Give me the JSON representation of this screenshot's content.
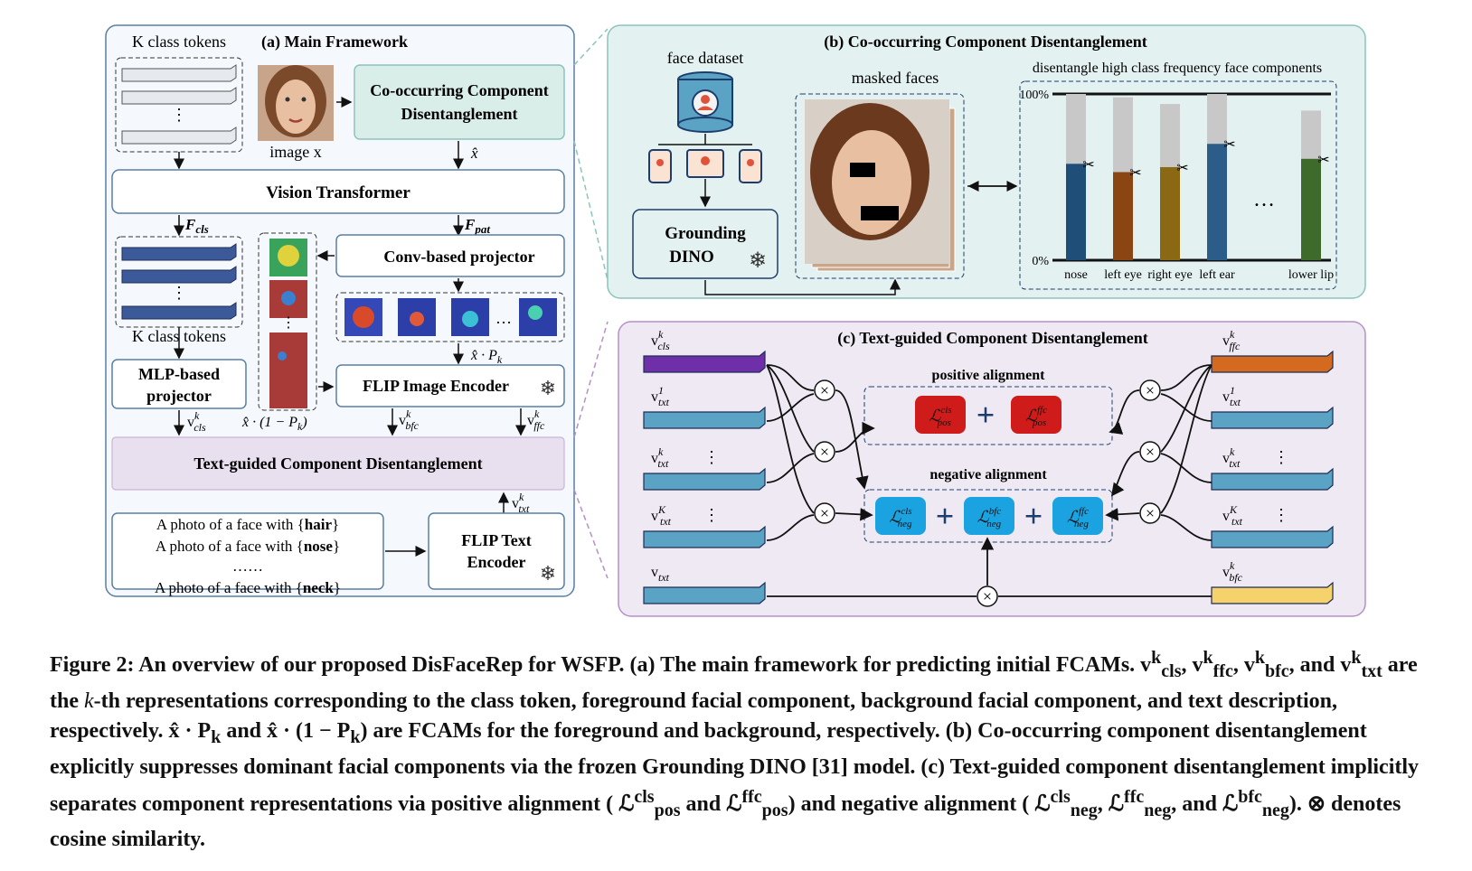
{
  "panel_a": {
    "title": "(a) Main Framework",
    "class_tokens_top": "K class tokens",
    "class_tokens_bottom": "K class tokens",
    "image_label": "image x",
    "cocd_box": "Co-occurring Component Disentanglement",
    "x_hat": "x̂",
    "vit": "Vision Transformer",
    "f_cls": "F",
    "f_cls_sub": "cls",
    "f_pat": "F",
    "f_pat_sub": "pat",
    "conv_projector": "Conv-based projector",
    "xhat_pk": "x̂ · P",
    "xhat_pk_sub": "k",
    "mlp_projector": "MLP-based projector",
    "flip_image": "FLIP Image  Encoder",
    "v_cls": "v",
    "v_cls_sub": "cls",
    "v_cls_sup": "k",
    "xhat_one_minus": "x̂ · (1 − P",
    "xhat_one_minus_sub": "k",
    "v_bfc": "v",
    "v_bfc_sub": "bfc",
    "v_bfc_sup": "k",
    "v_ffc": "v",
    "v_ffc_sub": "ffc",
    "v_ffc_sup": "k",
    "tgcd": "Text-guided Component Disentanglement",
    "v_txt": "v",
    "v_txt_sub": "txt",
    "v_txt_sup": "k",
    "prompts": [
      {
        "prefix": "A photo of a face with {",
        "word": "hair",
        "suffix": "}"
      },
      {
        "prefix": "A photo of a face with {",
        "word": "nose",
        "suffix": "}"
      },
      {
        "prefix": "……",
        "word": "",
        "suffix": ""
      },
      {
        "prefix": "A photo of a face with {",
        "word": "neck",
        "suffix": "}"
      }
    ],
    "flip_text": "FLIP Text Encoder",
    "ellipsis": "⋮",
    "heat_ellipsis": "…"
  },
  "panel_b": {
    "title": "(b) Co-occurring Component Disentanglement",
    "face_dataset": "face dataset",
    "grounding": "Grounding DINO",
    "masked_faces": "masked faces",
    "chart_title": "disentangle high class frequency face components",
    "ellipsis": "…"
  },
  "panel_c": {
    "title": "(c) Text-guided Component Disentanglement",
    "positive": "positive alignment",
    "negative": "negative alignment",
    "left_labels": [
      {
        "base": "v",
        "sub": "cls",
        "sup": "k"
      },
      {
        "base": "v",
        "sub": "txt",
        "sup": "1"
      },
      {
        "base": "v",
        "sub": "txt",
        "sup": "k"
      },
      {
        "base": "v",
        "sub": "txt",
        "sup": "K"
      },
      {
        "base": "v",
        "sub": "txt",
        "sup": ""
      }
    ],
    "right_labels": [
      {
        "base": "v",
        "sub": "ffc",
        "sup": "k"
      },
      {
        "base": "v",
        "sub": "txt",
        "sup": "1"
      },
      {
        "base": "v",
        "sub": "txt",
        "sup": "k"
      },
      {
        "base": "v",
        "sub": "txt",
        "sup": "K"
      },
      {
        "base": "v",
        "sub": "bfc",
        "sup": "k"
      }
    ],
    "loss_pos_cls": {
      "base": "ℒ",
      "sub": "pos",
      "sup": "cls"
    },
    "loss_pos_ffc": {
      "base": "ℒ",
      "sub": "pos",
      "sup": "ffc"
    },
    "loss_neg_cls": {
      "base": "ℒ",
      "sub": "neg",
      "sup": "cls"
    },
    "loss_neg_bfc": {
      "base": "ℒ",
      "sub": "neg",
      "sup": "bfc"
    },
    "loss_neg_ffc": {
      "base": "ℒ",
      "sub": "neg",
      "sup": "ffc"
    },
    "plus": "+",
    "otimes": "⊗",
    "dots": "⋮"
  },
  "colors": {
    "panel_a_border": "#5a7fa3",
    "panel_b_bg": "#e3f1f0",
    "panel_b_border": "#8cc3bd",
    "panel_c_bg": "#efe9f3",
    "panel_c_border": "#b590c8",
    "token_navy": "#3c5a99",
    "token_purple": "#6e2fa8",
    "token_teal": "#5ba3c5",
    "token_orange": "#d46a1f",
    "token_yellow": "#f5d26b",
    "loss_red": "#d01b1b",
    "loss_blue": "#1aa3e0"
  },
  "chart_data": {
    "type": "bar",
    "title": "disentangle high class frequency face components",
    "categories": [
      "nose",
      "left eye",
      "right eye",
      "left ear",
      "…",
      "lower lip"
    ],
    "series": [
      {
        "values": [
          58,
          53,
          56,
          70,
          null,
          61
        ]
      },
      {
        "values": [
          100,
          98,
          94,
          100,
          null,
          90
        ]
      }
    ],
    "bar_colors": [
      "#1f4e79",
      "#8b4513",
      "#8b6914",
      "#2b5c8a",
      "",
      "#3e6b2b"
    ],
    "yticks": [
      "0%",
      "100%"
    ],
    "ylim": [
      0,
      100
    ]
  }
}
